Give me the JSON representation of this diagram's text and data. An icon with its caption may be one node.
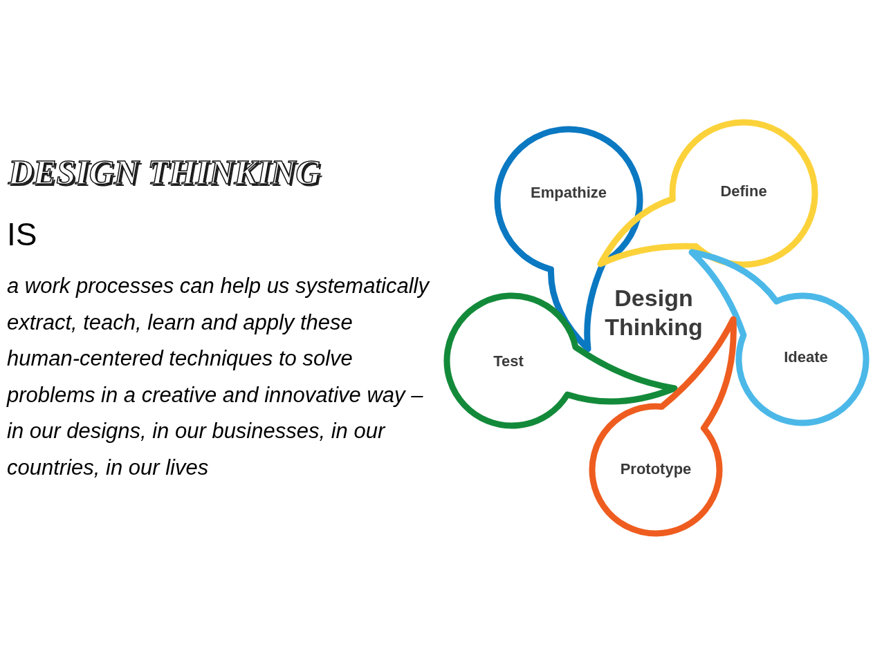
{
  "diagram": {
    "title": "DESIGN THINKING",
    "nodes": [
      {
        "text": [
          "Empathize"
        ]
      },
      {
        "text": [
          "Define"
        ]
      },
      {
        "text": [
          "Design Thinking"
        ]
      },
      {
        "text": [
          "Test"
        ]
      },
      {
        "text": [
          "Ideate"
        ]
      },
      {
        "text": [
          "Prototype"
        ]
      }
    ],
    "labels": [
      "IS",
      "a work processes can help us systematically extract, teach, learn and apply these human-centered techniques to solve problems in a creative and innovative way – in our designs, in our businesses, in our countries, in our lives"
    ]
  }
}
